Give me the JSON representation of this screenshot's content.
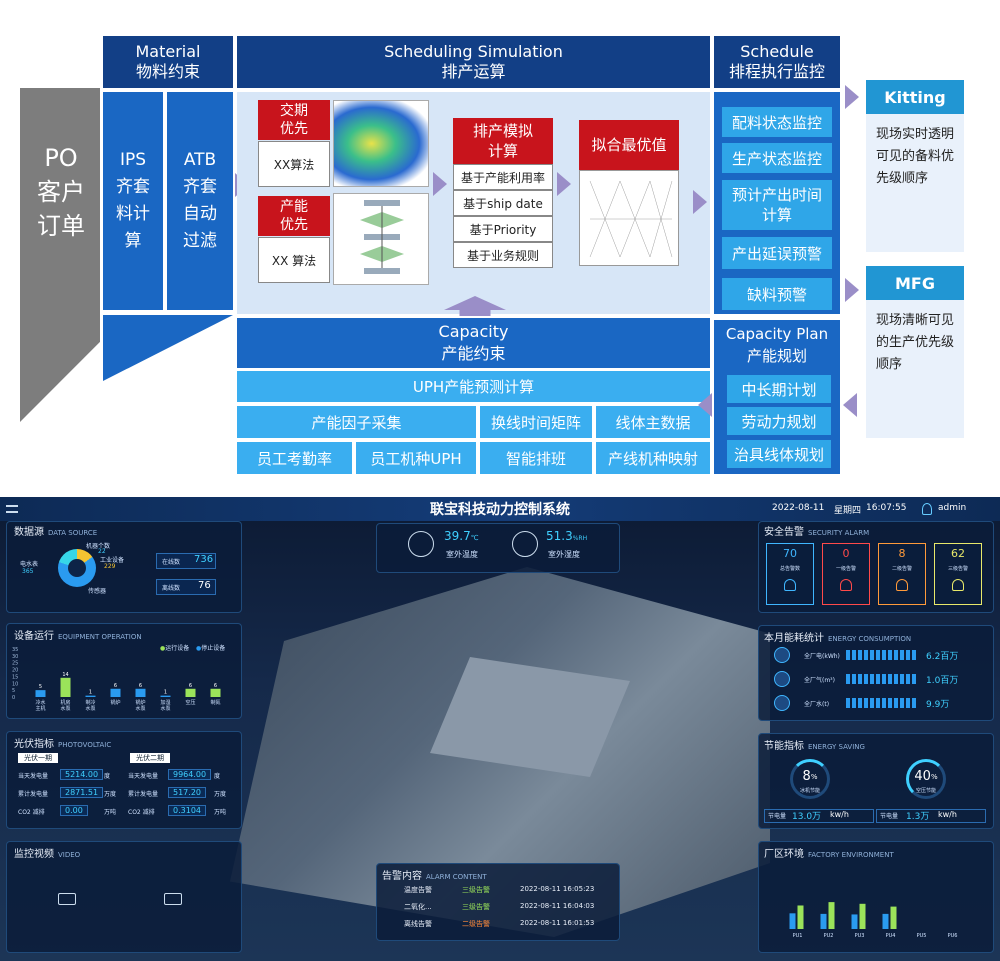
{
  "diagram": {
    "po_order": "PO\n客户\n订单",
    "material": {
      "title_en": "Material",
      "title_cn": "物料约束",
      "ips": "IPS\n齐套\n料计\n算",
      "atb": "ATB\n齐套\n自动\n过滤"
    },
    "scheduling": {
      "title_en": "Scheduling Simulation",
      "title_cn": "排产运算",
      "delivery_priority": "交期\n优先",
      "capacity_priority": "产能\n优先",
      "algo1": "XX算法",
      "algo2": "XX 算法",
      "sim_title": "排产模拟\n计算",
      "sim_items": [
        "基于产能利用率",
        "基于ship date",
        "基于Priority",
        "基于业务规则"
      ],
      "optimal": "拟合最优值"
    },
    "schedule_monitor": {
      "title_en": "Schedule",
      "title_cn": "排程执行监控",
      "items": [
        "配料状态监控",
        "生产状态监控",
        "预计产出时间\n计算",
        "产出延误预警",
        "缺料预警"
      ]
    },
    "kitting": {
      "title": "Kitting",
      "desc": "现场实时透明\n可见的备料优\n先级顺序"
    },
    "mfg": {
      "title": "MFG",
      "desc": "现场清晰可见\n的生产优先级\n顺序"
    },
    "capacity": {
      "title_en": "Capacity",
      "title_cn": "产能约束",
      "uph": "UPH产能预测计算",
      "grid": [
        "产能因子采集",
        "换线时间矩阵",
        "线体主数据",
        "员工考勤率",
        "员工机种UPH",
        "智能排班",
        "产线机种映射"
      ]
    },
    "capacity_plan": {
      "title_en": "Capacity Plan",
      "title_cn": "产能规划",
      "items": [
        "中长期计划",
        "劳动力规划",
        "治具线体规划"
      ]
    }
  },
  "dashboard": {
    "title": "联宝科技动力控制系统",
    "date": "2022-08-11",
    "weekday": "星期四",
    "time": "16:07:55",
    "user": "admin",
    "temp": {
      "value": "39.7",
      "unit": "℃",
      "label": "室外温度"
    },
    "humidity": {
      "value": "51.3",
      "unit": "%RH",
      "label": "室外湿度"
    },
    "data_source": {
      "title": "数据源",
      "sub": "DATA SOURCE",
      "legend": [
        "电水表",
        "机器个数",
        "工业设备",
        "传感器"
      ],
      "legend_vals": [
        "365",
        "22",
        "229",
        ""
      ],
      "online_label": "在线数",
      "online": "736",
      "offline_label": "离线数",
      "offline": "76"
    },
    "equipment": {
      "title": "设备运行",
      "sub": "EQUIPMENT OPERATION",
      "legend_running": "运行设备",
      "legend_stopped": "停止设备",
      "yaxis": [
        "35",
        "30",
        "25",
        "20",
        "15",
        "10",
        "5",
        "0"
      ],
      "categories": [
        "冷水\n主机",
        "机房\n水泵",
        "制冷\n水泵",
        "锅炉",
        "锅炉\n水泵",
        "加湿\n水泵",
        "空压",
        "制氮"
      ],
      "labels": [
        "5",
        "14",
        "1",
        "6",
        "6",
        "1",
        "6",
        "6"
      ]
    },
    "pv": {
      "title": "光伏指标",
      "sub": "PHOTOVOLTAIC",
      "p1": "光伏一期",
      "p2": "光伏二期",
      "rows": [
        {
          "l": "当天发电量",
          "v1": "5214.00",
          "u1": "度",
          "l2": "当天发电量",
          "v2": "9964.00",
          "u2": "度"
        },
        {
          "l": "累计发电量",
          "v1": "2871.51",
          "u1": "万度",
          "l2": "累计发电量",
          "v2": "517.20",
          "u2": "万度"
        },
        {
          "l": "CO2 减排",
          "v1": "0.00",
          "u1": "万吨",
          "l2": "CO2 减排",
          "v2": "0.3104",
          "u2": "万吨"
        }
      ]
    },
    "video": {
      "title": "监控视频",
      "sub": "VIDEO"
    },
    "alarm": {
      "title": "告警内容",
      "sub": "ALARM CONTENT",
      "rows": [
        {
          "n": "温度告警",
          "lv": "三级告警",
          "t": "2022-08-11 16:05:23",
          "c": "#9be35a"
        },
        {
          "n": "二氧化...",
          "lv": "三级告警",
          "t": "2022-08-11 16:04:03",
          "c": "#9be35a"
        },
        {
          "n": "离线告警",
          "lv": "二级告警",
          "t": "2022-08-11 16:01:53",
          "c": "#ff8a3a"
        }
      ]
    },
    "security": {
      "title": "安全告警",
      "sub": "SECURITY ALARM",
      "items": [
        {
          "v": "70",
          "l": "总告警数",
          "c": "#3fb6ff"
        },
        {
          "v": "0",
          "l": "一级告警",
          "c": "#ff4a4a"
        },
        {
          "v": "8",
          "l": "二级告警",
          "c": "#ff9a3a"
        },
        {
          "v": "62",
          "l": "三级告警",
          "c": "#e8e86a"
        }
      ]
    },
    "energy": {
      "title": "本月能耗统计",
      "sub": "ENERGY CONSUMPTION",
      "rows": [
        {
          "l": "全厂电(kWh)",
          "v": "6.2百万"
        },
        {
          "l": "全厂气(m³)",
          "v": "1.0百万"
        },
        {
          "l": "全厂水(t)",
          "v": "9.9万"
        }
      ]
    },
    "saving": {
      "title": "节能指标",
      "sub": "ENERGY SAVING",
      "g1": "8",
      "g1l": "冰机节能",
      "g2": "40",
      "g2l": "空压节能",
      "s1l": "节电量",
      "s1": "13.0万",
      "s1u": "kw/h",
      "s2l": "节电量",
      "s2": "1.3万",
      "s2u": "kw/h"
    },
    "factory": {
      "title": "厂区环境",
      "sub": "FACTORY ENVIRONMENT",
      "categories": [
        "PU1",
        "PU2",
        "PU3",
        "PU4",
        "PU5",
        "PU6"
      ]
    }
  },
  "chart_data": [
    {
      "type": "bar",
      "title": "设备运行",
      "categories": [
        "冷水主机",
        "机房水泵",
        "制冷水泵",
        "锅炉",
        "锅炉水泵",
        "加湿水泵",
        "空压",
        "制氮"
      ],
      "series": [
        {
          "name": "运行设备",
          "values": [
            5,
            14,
            1,
            6,
            6,
            1,
            6,
            6
          ]
        }
      ],
      "ylim": [
        0,
        35
      ]
    },
    {
      "type": "bar",
      "title": "厂区环境",
      "categories": [
        "PU1",
        "PU2",
        "PU3",
        "PU4",
        "PU5",
        "PU6"
      ],
      "series": [
        {
          "values": [
            28,
            27,
            26,
            27,
            0,
            0
          ]
        },
        {
          "values": [
            42,
            48,
            45,
            40,
            0,
            0
          ]
        }
      ],
      "ylim": [
        0,
        100
      ]
    }
  ],
  "colors": {
    "dark_blue": "#123f86",
    "mid_blue": "#1a67c3",
    "light_blue": "#2fa6e8",
    "red": "#c8141c",
    "arrow": "#9a8ec8"
  }
}
